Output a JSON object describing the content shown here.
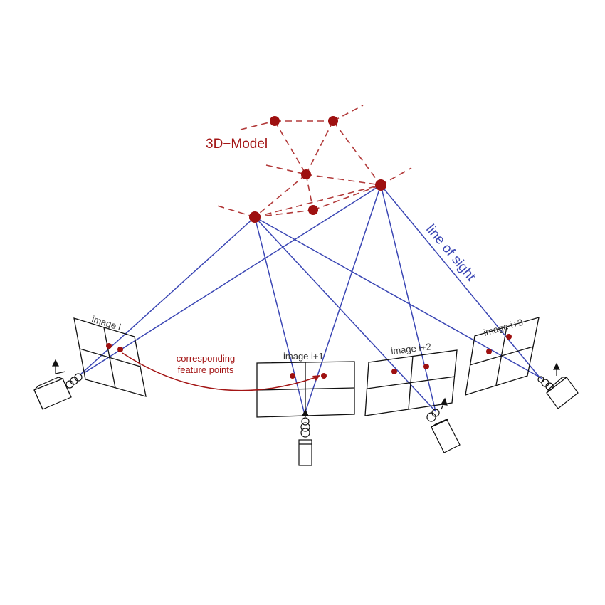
{
  "labels": {
    "model": "3D−Model",
    "line_of_sight": "line of sight",
    "corresponding_1": "corresponding",
    "corresponding_2": "feature points",
    "image_i": "image i",
    "image_i1": "image i+1",
    "image_i2": "image i+2",
    "image_i3": "image i+3"
  },
  "colors": {
    "model_red": "#9e1010",
    "sight_blue": "#3a46b4",
    "frame_black": "#111111"
  }
}
